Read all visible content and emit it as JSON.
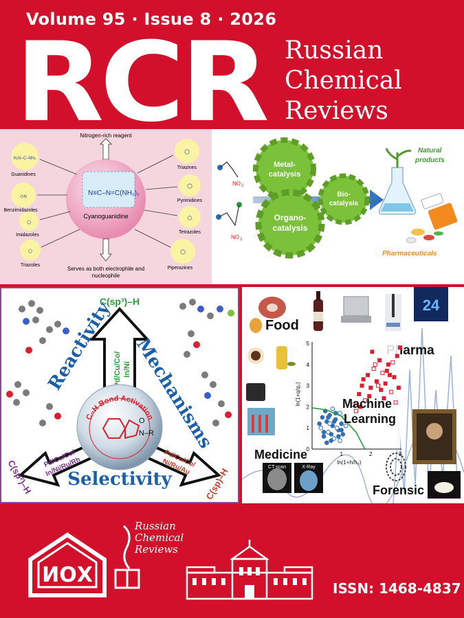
{
  "header": {
    "issue_line": "Volume 95 · Issue 8 · 2026",
    "logo": "RCR",
    "journal_name": [
      "Russian",
      "Chemical",
      "Reviews"
    ]
  },
  "panel1": {
    "top_label": "Nitrogen-rich reagent",
    "center_label": "Cyanoguanidine",
    "bottom_label_line1": "Serves as both electrophile and",
    "bottom_label_line2": "nucleophile",
    "left_items": [
      "Guanidines",
      "Benzimidazoles",
      "Imidazoles",
      "Triazoles"
    ],
    "right_items": [
      "Triazines",
      "Pyrimidines",
      "Tetrazoles",
      "Piperazines"
    ]
  },
  "panel2": {
    "gear1_line1": "Metal-",
    "gear1_line2": "catalysis",
    "gear2_line1": "Organo-",
    "gear2_line2": "catalysis",
    "gear3_line1": "Bio-",
    "gear3_line2": "catalysis",
    "reagent_label1": "NO",
    "reagent_label2": "NO",
    "natural_line1": "Natural",
    "natural_line2": "products",
    "pharma_label": "Pharmaceuticals"
  },
  "panel3": {
    "top_label": "C(sp³)–H",
    "left_label": "C(sp²)–H",
    "right_label": "C(sp)–H",
    "reactivity": "Reactivity",
    "mechanisms": "Mechanisms",
    "selectivity": "Selectivity",
    "bond_activation": "C–H Bond Activation",
    "top_catalysts": [
      "Pd/Cu/Co/",
      "In/Ni"
    ],
    "left_catalysts": [
      "Pd/Cu/Co/",
      "In/Ni/Ru/Rh"
    ],
    "right_catalysts": [
      "Pd/Cu/Co/",
      "Ni/Ru/Au"
    ]
  },
  "panel4": {
    "labels": {
      "food": "Food",
      "pharma": "Pharma",
      "machine": "Machine",
      "learning": "Learning",
      "medicine": "Medicine",
      "forensic": "Forensic",
      "ct": "CT scan",
      "xray": "X-Ray"
    }
  },
  "chart_data": {
    "type": "scatter",
    "xlabel": "ln(1+h/h₀)",
    "ylabel": "ln(1+q/q₀)",
    "xlim": [
      0,
      3
    ],
    "ylim": [
      0,
      5
    ],
    "xticks": [
      "1",
      "2",
      "3"
    ],
    "yticks": [
      "0",
      "1",
      "2",
      "3",
      "4",
      "5"
    ],
    "series": [
      {
        "color": "#d8202e",
        "marker": "square",
        "x": [
          1.4,
          1.6,
          1.7,
          1.8,
          1.9,
          2.0,
          2.1,
          2.2,
          2.3,
          2.4,
          2.5,
          2.6,
          2.7,
          2.8,
          2.9,
          1.5,
          1.75,
          1.95,
          2.15,
          2.35,
          2.55,
          2.75,
          2.95,
          2.05,
          2.25,
          2.45,
          2.65,
          2.85,
          3.0,
          1.65
        ],
        "y": [
          2.1,
          2.6,
          3.0,
          2.3,
          3.5,
          2.9,
          3.8,
          3.2,
          4.2,
          3.6,
          3.1,
          4.0,
          2.7,
          3.4,
          4.4,
          1.8,
          3.3,
          2.5,
          4.0,
          2.8,
          3.7,
          4.1,
          2.9,
          4.6,
          3.0,
          2.4,
          3.5,
          2.2,
          4.8,
          2.0
        ]
      },
      {
        "color": "#2f6fb5",
        "marker": "circle",
        "x": [
          0.3,
          0.4,
          0.5,
          0.55,
          0.6,
          0.7,
          0.75,
          0.8,
          0.9,
          0.95,
          1.0,
          1.05,
          1.1,
          0.45,
          0.65,
          0.85,
          0.35,
          0.5,
          0.7,
          0.9,
          1.0,
          0.6,
          0.8,
          0.4,
          1.15,
          0.55,
          0.75,
          0.95,
          0.25,
          0.65
        ],
        "y": [
          1.0,
          0.6,
          1.3,
          0.8,
          1.6,
          1.1,
          0.5,
          1.4,
          0.9,
          1.7,
          1.2,
          0.7,
          1.5,
          1.8,
          0.4,
          1.0,
          1.5,
          0.3,
          1.9,
          0.6,
          0.9,
          1.2,
          1.7,
          0.8,
          1.1,
          1.5,
          1.3,
          0.4,
          1.2,
          0.7
        ]
      }
    ],
    "fit_curve": {
      "x": [
        0,
        0.5,
        1.0,
        1.5,
        1.8
      ],
      "y": [
        1.95,
        1.85,
        1.55,
        0.8,
        0.0
      ]
    }
  },
  "footer": {
    "small_logo": [
      "Russian",
      "Chemical",
      "Reviews"
    ],
    "issn": "ISSN: 1468-4837",
    "institute_logo_text": "ИОХ"
  },
  "colors": {
    "brand_red": "#d3102c",
    "gear_green": "#7bc23a",
    "label_blue": "#1b5fa7"
  }
}
